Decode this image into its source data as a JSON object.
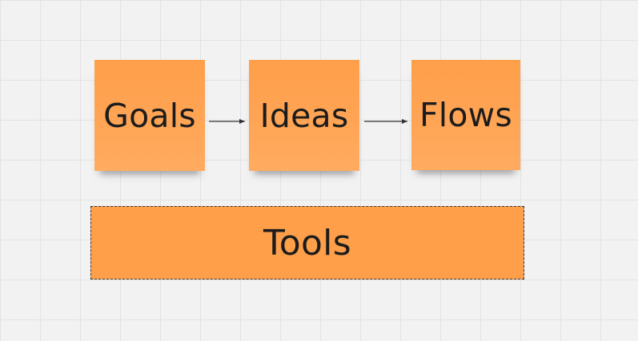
{
  "board": {
    "notes": [
      {
        "label": "Goals"
      },
      {
        "label": "Ideas"
      },
      {
        "label": "Flows"
      }
    ],
    "frame": {
      "label": "Tools"
    }
  },
  "colors": {
    "note": "#ffa04c",
    "background": "#f2f2f2",
    "grid": "#e3e3e3",
    "connector": "#333333"
  }
}
